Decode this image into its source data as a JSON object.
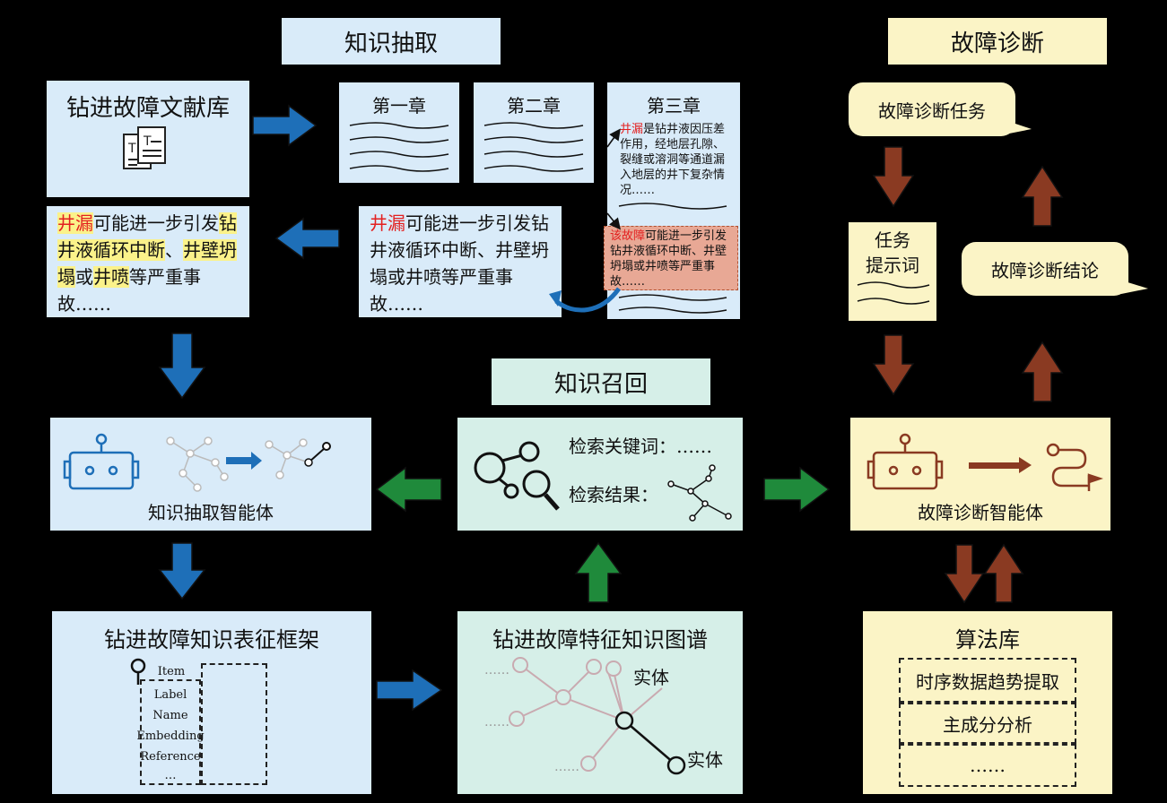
{
  "sections": {
    "extraction": "知识抽取",
    "diagnosis": "故障诊断",
    "recall": "知识召回"
  },
  "library": {
    "title": "钻进故障文献库"
  },
  "chapters": [
    "第一章",
    "第二章",
    "第三章"
  ],
  "chapter3": {
    "term1": "井漏",
    "text1": "是钻井液因压差作用，经地层孔隙、裂缝或溶洞等通道漏入地层的井下复杂情况……",
    "term2": "该故障",
    "text2": "可能进一步引发钻井液循环中断、井壁坍塌或井喷等严重事故……"
  },
  "middle_para": {
    "term": "井漏",
    "text": "可能进一步引发钻井液循环中断、井壁坍塌或井喷等严重事故……"
  },
  "left_para": {
    "term": "井漏",
    "t1": "可能进一步引发",
    "e1": "钻井液循环中断",
    "t2": "、",
    "e2": "井壁坍塌",
    "t3": "或",
    "e3": "井喷",
    "t4": "等严重事故……"
  },
  "agents": {
    "extraction": "知识抽取智能体",
    "diagnosis": "故障诊断智能体"
  },
  "recall_box": {
    "keywords": "检索关键词：……",
    "results": "检索结果："
  },
  "framework": {
    "title": "钻进故障知识表征框架",
    "fields": [
      "Item",
      "Label",
      "Name",
      "Embedding",
      "Reference",
      "…"
    ]
  },
  "graph": {
    "title": "钻进故障特征知识图谱",
    "entity1": "实体",
    "entity2": "实体",
    "ellipsis": "……"
  },
  "diagnosis_flow": {
    "task": "故障诊断任务",
    "prompt_line1": "任务",
    "prompt_line2": "提示词",
    "conclusion": "故障诊断结论"
  },
  "algorithms": {
    "title": "算法库",
    "items": [
      "时序数据趋势提取",
      "主成分分析",
      "……"
    ]
  },
  "colors": {
    "blue_arrow": "#1e6fb8",
    "green_arrow": "#1f8a3b",
    "brown_arrow": "#8a3a22",
    "blue_panel": "#d9ebf9",
    "green_panel": "#d6efe8",
    "cream_panel": "#fbf4c6",
    "highlight_red": "#e32020",
    "highlight_yellow": "#fbf28a"
  }
}
